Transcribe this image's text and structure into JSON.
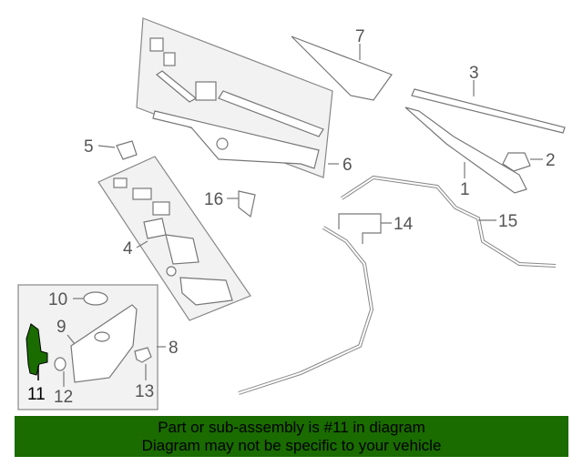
{
  "diagram": {
    "callouts": [
      "1",
      "2",
      "3",
      "4",
      "5",
      "6",
      "7",
      "8",
      "9",
      "10",
      "11",
      "12",
      "13",
      "14",
      "15",
      "16"
    ],
    "highlighted_callout": "11",
    "highlight_color": "#1a6b00"
  },
  "banner": {
    "line1": "Part or sub-assembly is #11 in diagram",
    "line2": "Diagram may not be specific to your vehicle",
    "background": "#1a6b00"
  }
}
